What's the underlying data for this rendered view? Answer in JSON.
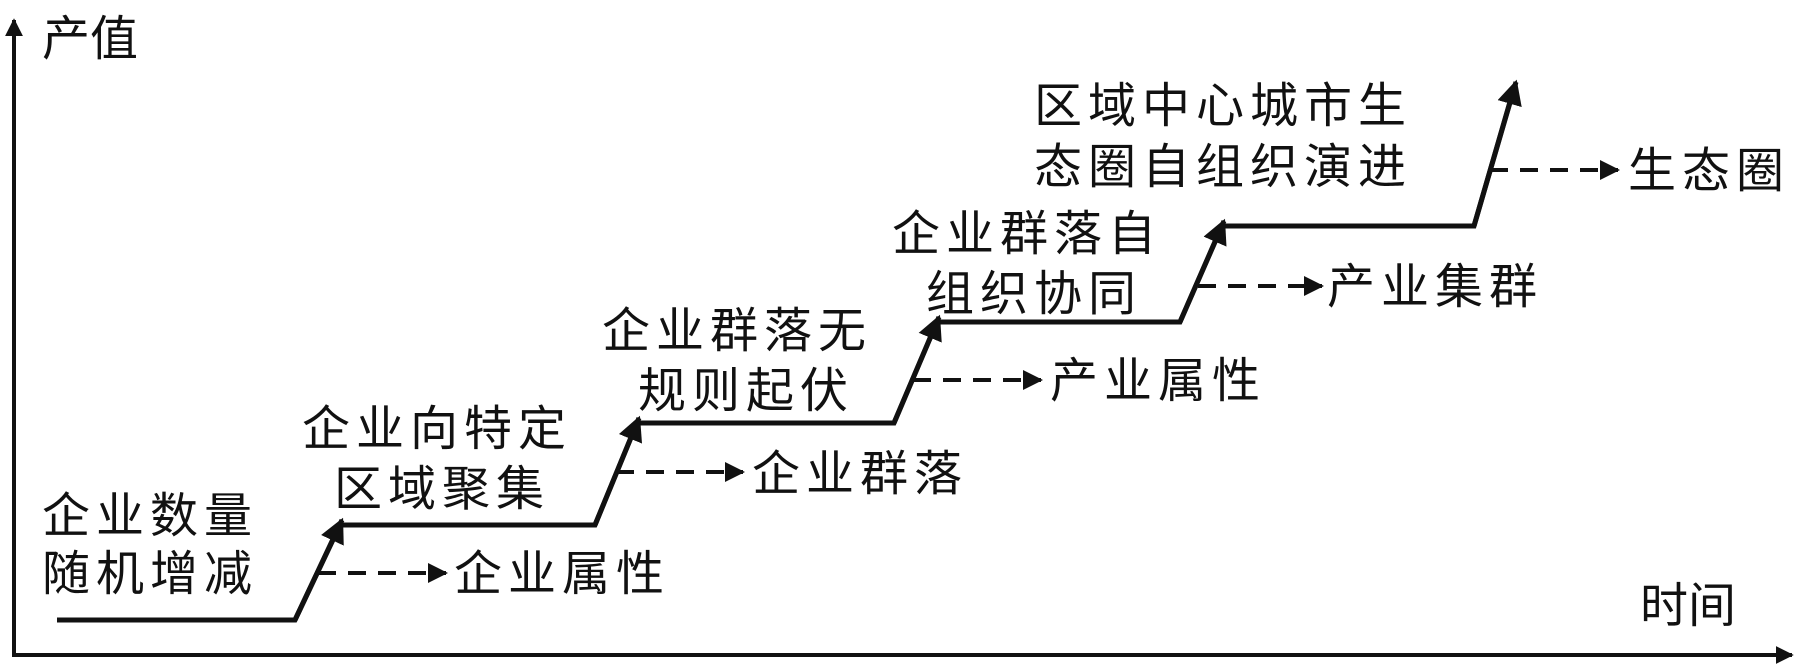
{
  "axes": {
    "y_label": "产值",
    "x_label": "时间"
  },
  "stages": [
    {
      "line1": "企业数量",
      "line2": "随机增减",
      "outcome": "企业属性"
    },
    {
      "line1": "企业向特定",
      "line2": "区域聚集",
      "outcome": "企业群落"
    },
    {
      "line1": "企业群落无",
      "line2": "规则起伏",
      "outcome": "产业属性"
    },
    {
      "line1": "企业群落自",
      "line2": "组织协同",
      "outcome": "产业集群"
    },
    {
      "line1": "区域中心城市生",
      "line2": "态圈自组织演进",
      "outcome": "生态圈"
    }
  ],
  "colors": {
    "stroke": "#111111"
  }
}
